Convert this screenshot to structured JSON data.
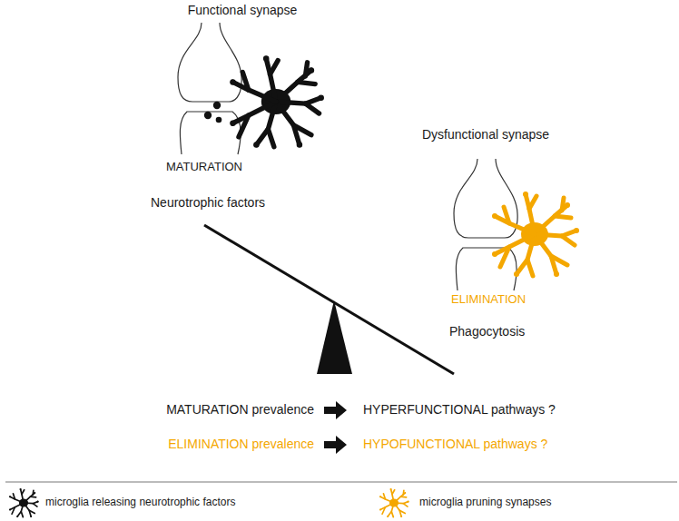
{
  "diagram": {
    "labels": [
      "Functional synapse",
      "MATURATION",
      "Neurotrophic factors",
      "Dysfunctional synapse",
      "ELIMINATION",
      "Phagocytosis",
      "MATURATION prevalence",
      "HYPERFUNCTIONAL pathways ?",
      "ELIMINATION prevalence",
      "HYPOFUNCTIONAL pathways ?"
    ],
    "legend": [
      {
        "text": "microglia releasing neurotrophic factors"
      },
      {
        "text": "microglia pruning synapses"
      }
    ]
  }
}
